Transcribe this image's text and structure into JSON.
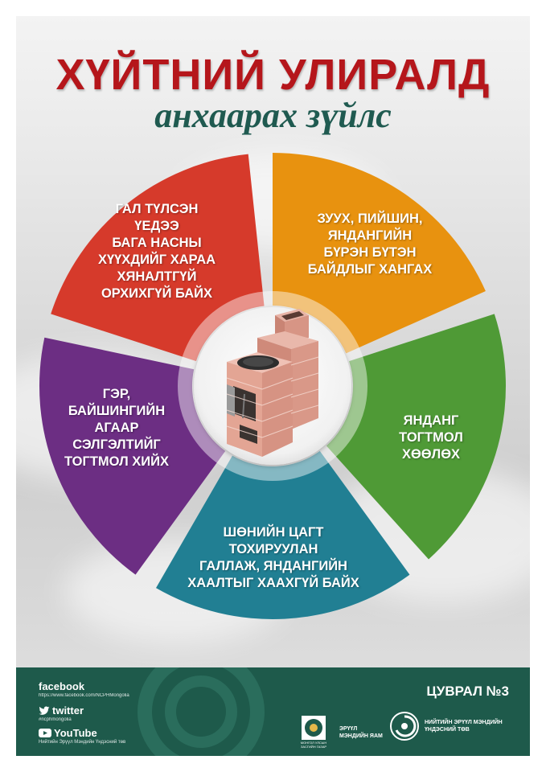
{
  "title": "ХҮЙТНИЙ УЛИРАЛД",
  "subtitle": "анхаарах зүйлс",
  "colors": {
    "red": "#d63a2b",
    "orange": "#e8920f",
    "green": "#4f9a36",
    "teal": "#217f93",
    "purple": "#6c2e83",
    "footer": "#1e5a4b",
    "title_red": "#b5161b"
  },
  "segments": [
    {
      "id": "red",
      "lines": [
        "ГАЛ ТҮЛСЭН",
        "ҮЕДЭЭ",
        "БАГА НАСНЫ",
        "ХҮҮХДИЙГ ХАРАА",
        "ХЯНАЛТГҮЙ",
        "ОРХИХГҮЙ БАЙХ"
      ]
    },
    {
      "id": "orange",
      "lines": [
        "ЗУУХ, ПИЙШИН,",
        "ЯНДАНГИЙН",
        "БҮРЭН БҮТЭН",
        "БАЙДЛЫГ ХАНГАХ"
      ]
    },
    {
      "id": "green",
      "lines": [
        "ЯНДАНГ",
        "ТОГТМОЛ",
        "ХӨӨЛӨХ"
      ]
    },
    {
      "id": "teal",
      "lines": [
        "ШӨНИЙН ЦАГТ",
        "ТОХИРУУЛАН",
        "ГАЛЛАЖ, ЯНДАНГИЙН",
        "ХААЛТЫГ ХААХГҮЙ БАЙХ"
      ]
    },
    {
      "id": "purple",
      "lines": [
        "ГЭР,",
        "БАЙШИНГИЙН",
        "АГААР",
        "СЭЛГЭЛТИЙГ",
        "ТОГТМОЛ ХИЙХ"
      ]
    }
  ],
  "center_icon": "brick-stove-icon",
  "footer": {
    "facebook_label": "facebook",
    "facebook_url": "https://www.facebook.com/NCPHMongolia",
    "twitter_label": "twitter",
    "twitter_handle": "#ncphmongolia",
    "youtube_label": "YouTube",
    "youtube_channel": "Нийтийн Эрүүл Мэндийн Үндэсний төв",
    "series_label": "ЦУВРАЛ №3",
    "ministry_small": "МОНГОЛ УЛСЫН ЗАСГИЙН ГАЗАР",
    "ministry_name": [
      "ЭРҮҮЛ",
      "МЭНДИЙН ЯАМ"
    ],
    "center_name": [
      "НИЙТИЙН ЭРҮҮЛ МЭНДИЙН",
      "ҮНДЭСНИЙ ТӨВ"
    ]
  }
}
